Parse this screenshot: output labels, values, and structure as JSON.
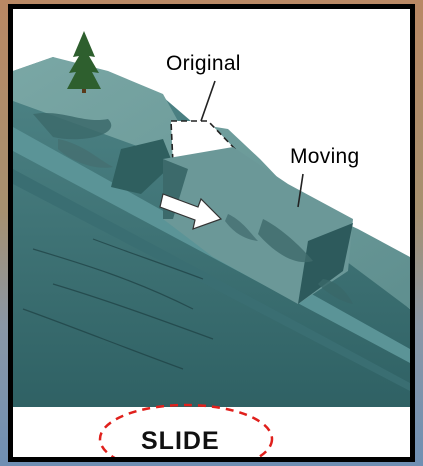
{
  "diagram": {
    "labels": {
      "original": "Original",
      "moving": "Moving"
    },
    "caption": "SLIDE",
    "colors": {
      "background": "#ffffff",
      "frame": "#000000",
      "rock_top": "#6f9c9b",
      "rock_side": "#3f7477",
      "moving_block": "#5e8f8f",
      "arrow": "#ffffff",
      "tree": "#2e5f2e",
      "caption_circle": "#e0201c"
    },
    "icons": [
      "pine-tree-icon",
      "arrow-right-icon",
      "dashed-circle-icon"
    ]
  }
}
